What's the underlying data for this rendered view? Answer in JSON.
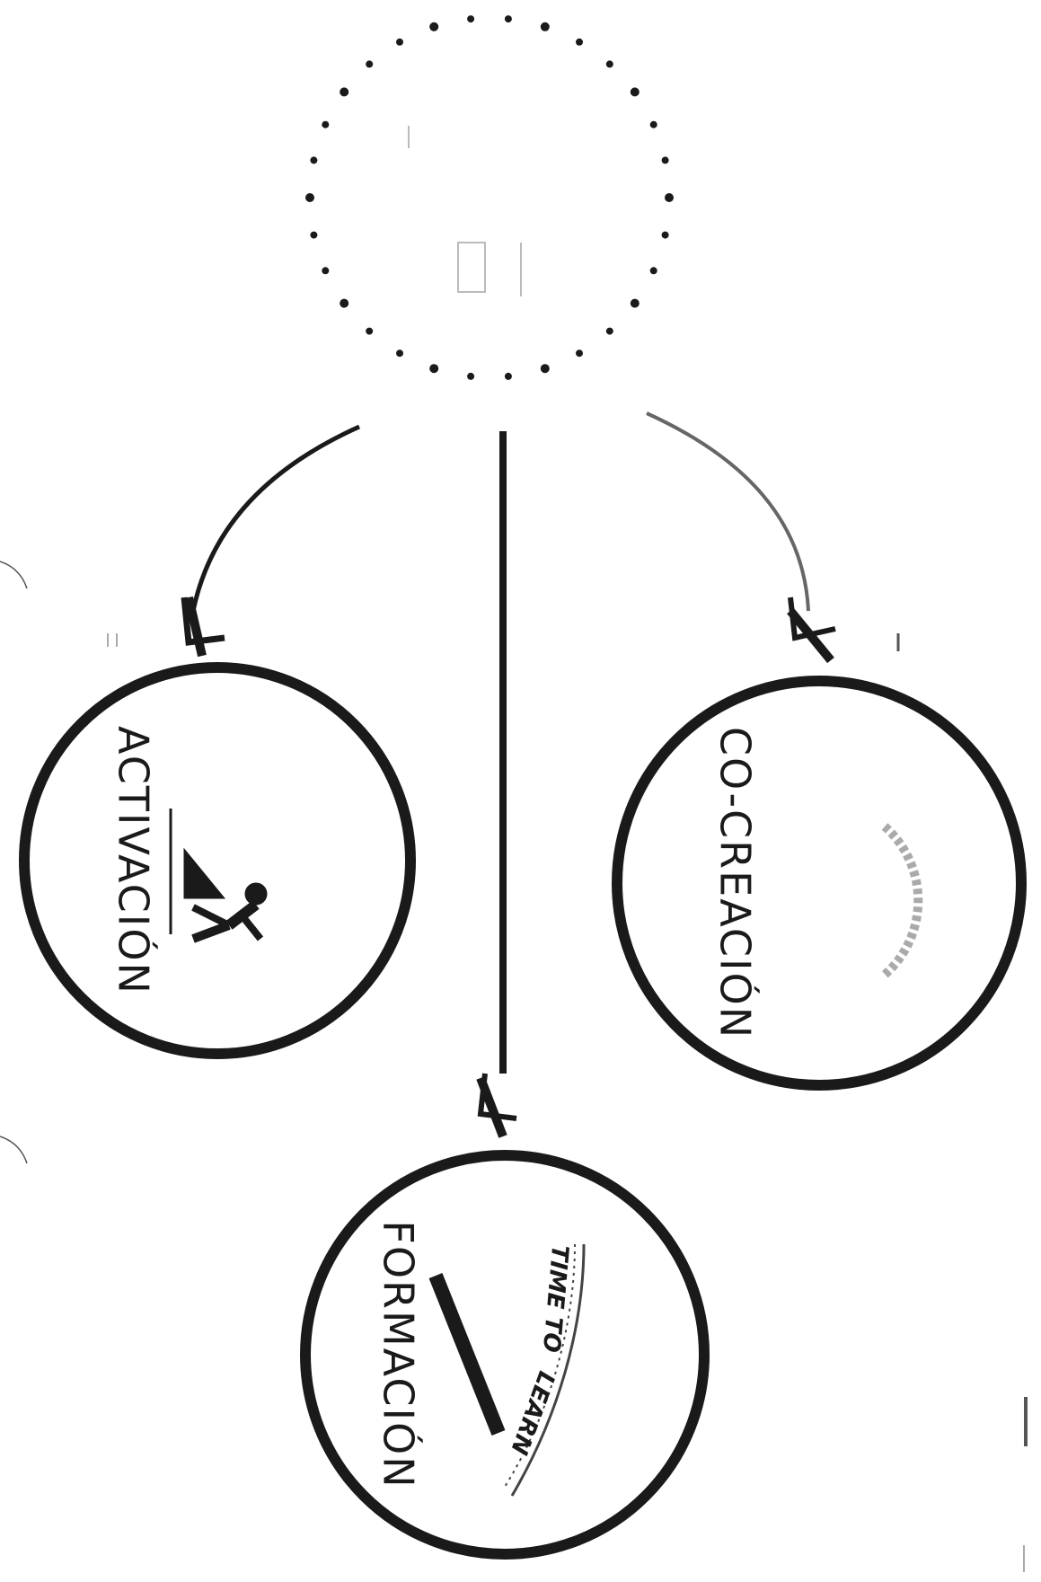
{
  "diagram": {
    "nodes": {
      "activacion": {
        "label": "ACTIVACIÓN",
        "icon": "worker-pushing-icon"
      },
      "cocreacion": {
        "label": "CO-CREACIÓN",
        "icon": "arc-icon"
      },
      "formacion": {
        "label": "FORMACIÓN",
        "icon": "time-to-learn-icon",
        "icon_text_1": "TIME TO",
        "icon_text_2": "LEARN"
      }
    },
    "colors": {
      "stroke": "#1a1a1a",
      "background": "#ffffff"
    }
  }
}
